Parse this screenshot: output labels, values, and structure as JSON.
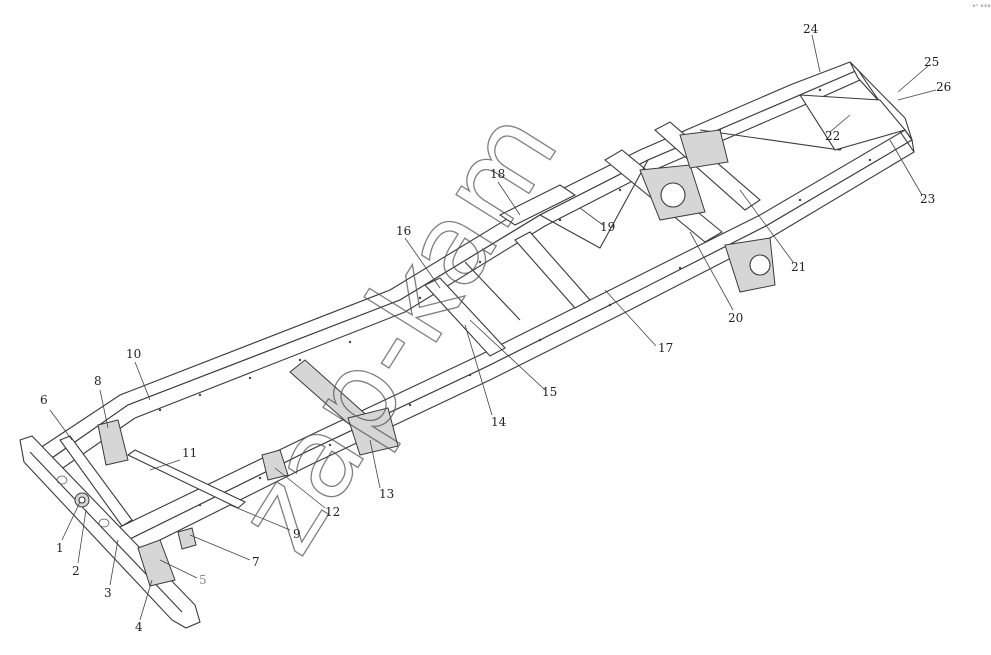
{
  "corner_mark": "°″ °°°",
  "watermark": "zap-kam",
  "callouts": [
    "1",
    "2",
    "3",
    "4",
    "5",
    "6",
    "7",
    "8",
    "9",
    "10",
    "11",
    "12",
    "13",
    "14",
    "15",
    "16",
    "17",
    "18",
    "19",
    "20",
    "21",
    "22",
    "23",
    "24",
    "25",
    "26"
  ]
}
